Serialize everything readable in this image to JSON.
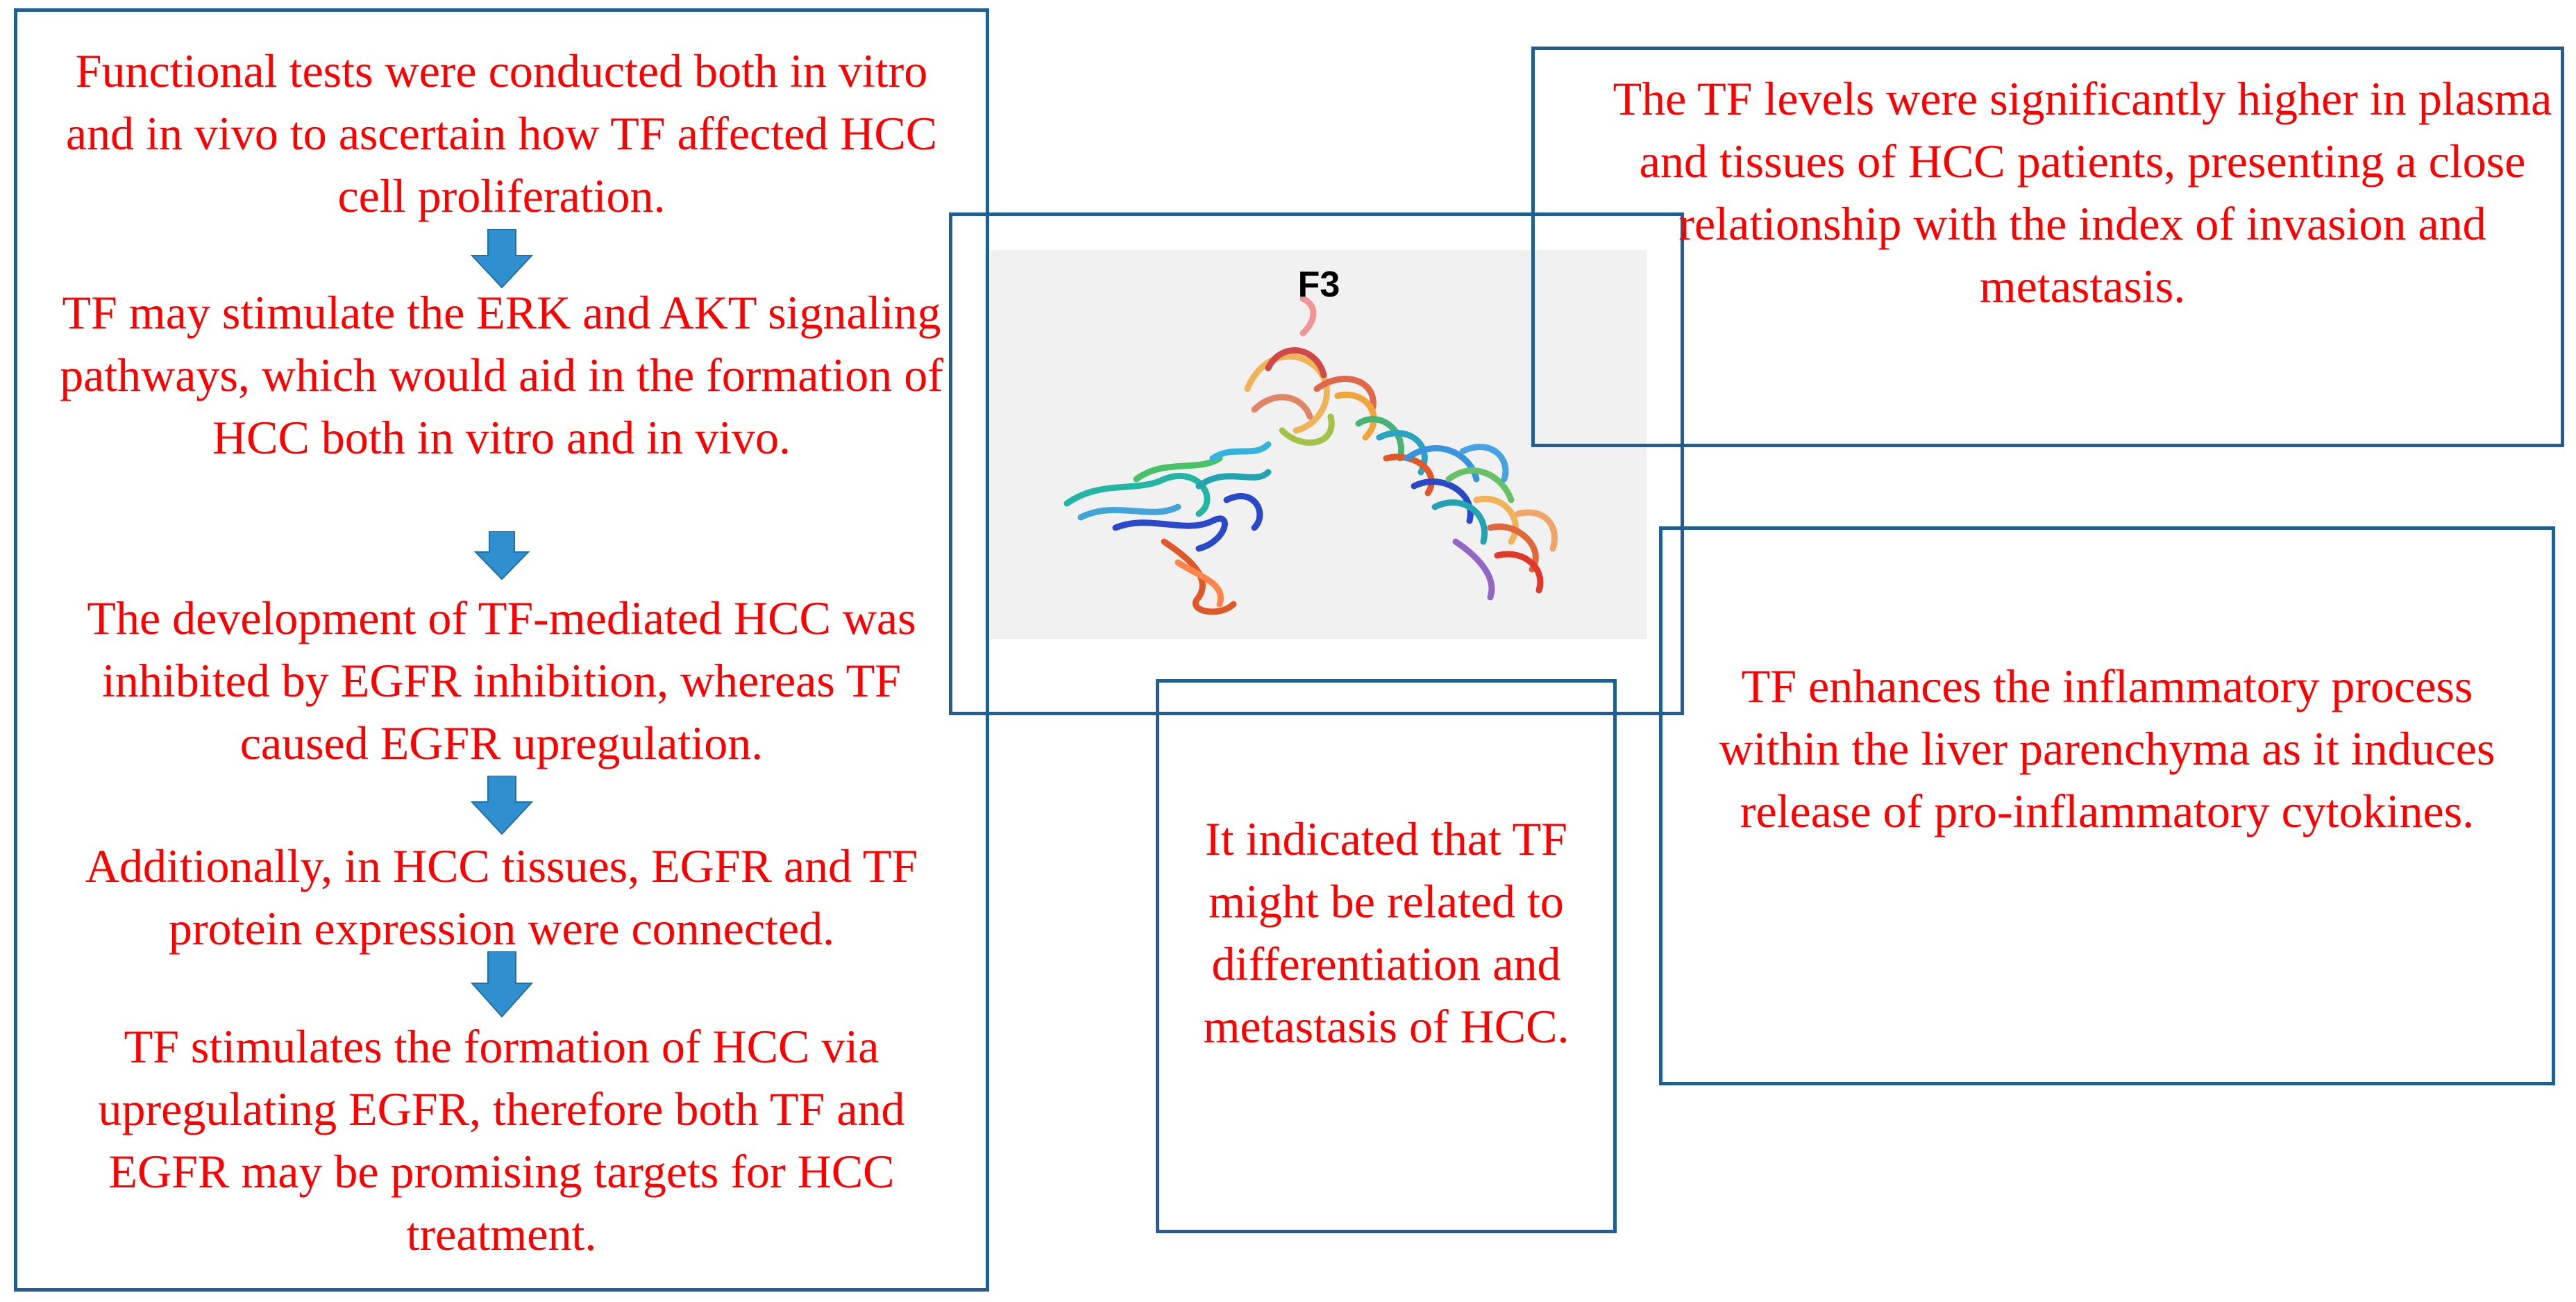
{
  "left_flow": {
    "steps": [
      "Functional tests were conducted both in vitro and in vivo to ascertain how TF affected HCC cell proliferation.",
      "TF may stimulate the ERK and AKT signaling pathways, which would aid in the formation of HCC both in vitro and in vivo.",
      "The development of TF-mediated HCC was inhibited by EGFR inhibition, whereas TF caused EGFR upregulation.",
      "Additionally, in HCC tissues, EGFR and TF protein expression were connected.",
      "TF stimulates the formation of HCC via upregulating EGFR, therefore both TF and EGFR may be promising targets for HCC treatment."
    ]
  },
  "figure": {
    "label": "F3"
  },
  "top_right": {
    "text": "The TF levels were significantly higher in plasma and tissues of HCC patients, presenting a close relationship with the index of invasion and metastasis."
  },
  "right": {
    "text": "TF enhances the inflammatory process within the liver parenchyma as it induces release of pro-inflammatory cytokines."
  },
  "bottom_center": {
    "text": "It indicated that TF might be related to differentiation and metastasis of HCC."
  },
  "colors": {
    "text": "#ff0000",
    "border": "#1f5f93",
    "arrow": "#2f8fcf"
  }
}
